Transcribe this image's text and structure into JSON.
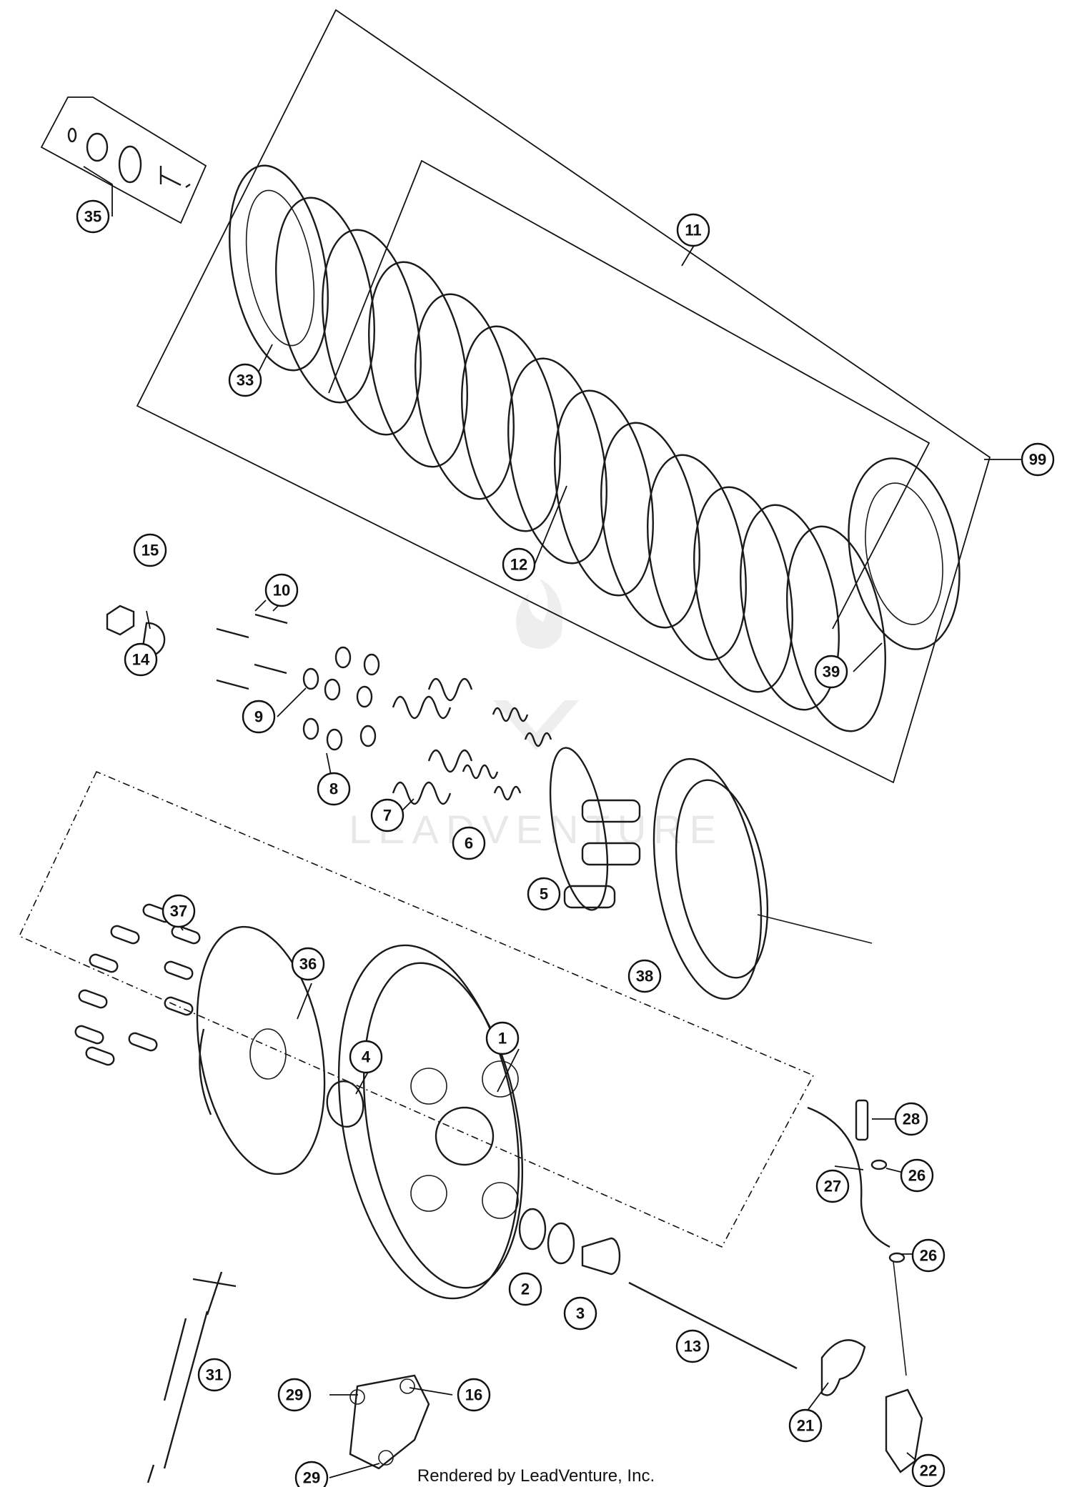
{
  "callouts": [
    "35",
    "11",
    "33",
    "99",
    "12",
    "39",
    "15",
    "14",
    "10",
    "9",
    "8",
    "7",
    "6",
    "5",
    "38",
    "37",
    "36",
    "4",
    "1",
    "2",
    "3",
    "13",
    "28",
    "26",
    "27",
    "21",
    "31",
    "29",
    "16",
    "22"
  ],
  "footer": {
    "credit": "Rendered by LeadVenture, Inc."
  },
  "watermark": {
    "text": "LEADVENTURE"
  }
}
